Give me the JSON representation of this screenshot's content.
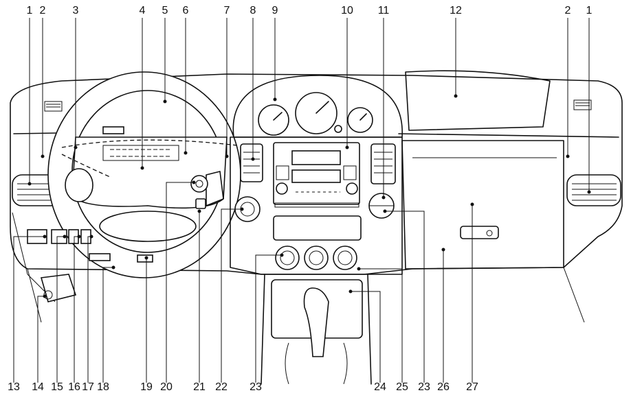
{
  "labels_top": [
    "1",
    "2",
    "3",
    "4",
    "5",
    "6",
    "7",
    "8",
    "9",
    "10",
    "11",
    "12",
    "2",
    "1"
  ],
  "labels_bottom": [
    "13",
    "14",
    "15",
    "16",
    "17",
    "18",
    "19",
    "20",
    "21",
    "22",
    "23",
    "24",
    "25",
    "23",
    "26",
    "27"
  ]
}
